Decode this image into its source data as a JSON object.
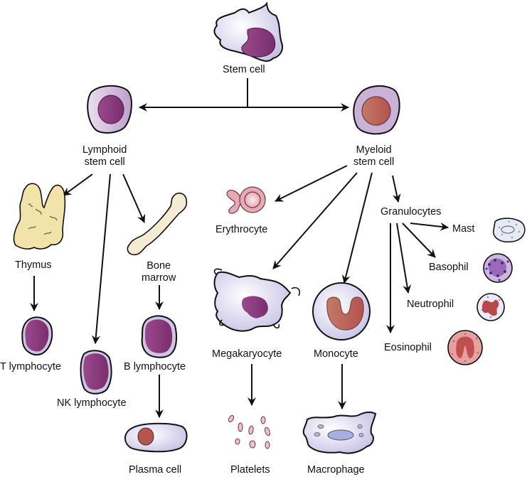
{
  "title": "Hematopoiesis: blood cell lineage from stem cell",
  "colors": {
    "outline": "#111111",
    "cytoplasm_lilac": "#d9d6ee",
    "nucleus_purple": "#8a3a7c",
    "myeloid_nucleus": "#c06a5e",
    "lymphoid_body": "#c9a9cf",
    "thymus_yellow": "#f2e3a8",
    "bone_beige": "#f3ecd2",
    "erythrocyte_pink": "#e7a9b2",
    "eosinophil_pink": "#e6a0a0"
  },
  "nodes": {
    "stem_cell": {
      "label": "Stem cell"
    },
    "lymphoid": {
      "label_line1": "Lymphoid",
      "label_line2": "stem cell"
    },
    "myeloid": {
      "label_line1": "Myeloid",
      "label_line2": "stem cell"
    },
    "thymus": {
      "label": "Thymus"
    },
    "bone_marrow": {
      "label_line1": "Bone",
      "label_line2": "marrow"
    },
    "t_lymphocyte": {
      "label": "T lymphocyte"
    },
    "nk_lymphocyte": {
      "label": "NK lymphocyte"
    },
    "b_lymphocyte": {
      "label": "B lymphocyte"
    },
    "plasma_cell": {
      "label": "Plasma cell"
    },
    "erythrocyte": {
      "label": "Erythrocyte"
    },
    "megakaryocyte": {
      "label": "Megakaryocyte"
    },
    "platelets": {
      "label": "Platelets"
    },
    "monocyte": {
      "label": "Monocyte"
    },
    "macrophage": {
      "label": "Macrophage"
    },
    "granulocytes": {
      "label": "Granulocytes"
    },
    "mast": {
      "label": "Mast"
    },
    "basophil": {
      "label": "Basophil"
    },
    "neutrophil": {
      "label": "Neutrophil"
    },
    "eosinophil": {
      "label": "Eosinophil"
    }
  },
  "edges": [
    {
      "from": "Stem cell",
      "to": "Lymphoid stem cell"
    },
    {
      "from": "Stem cell",
      "to": "Myeloid stem cell"
    },
    {
      "from": "Lymphoid stem cell",
      "to": "Thymus"
    },
    {
      "from": "Lymphoid stem cell",
      "to": "NK lymphocyte"
    },
    {
      "from": "Lymphoid stem cell",
      "to": "Bone marrow"
    },
    {
      "from": "Thymus",
      "to": "T lymphocyte"
    },
    {
      "from": "Bone marrow",
      "to": "B lymphocyte"
    },
    {
      "from": "B lymphocyte",
      "to": "Plasma cell"
    },
    {
      "from": "Myeloid stem cell",
      "to": "Erythrocyte"
    },
    {
      "from": "Myeloid stem cell",
      "to": "Megakaryocyte"
    },
    {
      "from": "Myeloid stem cell",
      "to": "Monocyte"
    },
    {
      "from": "Myeloid stem cell",
      "to": "Granulocytes"
    },
    {
      "from": "Megakaryocyte",
      "to": "Platelets"
    },
    {
      "from": "Monocyte",
      "to": "Macrophage"
    },
    {
      "from": "Granulocytes",
      "to": "Mast"
    },
    {
      "from": "Granulocytes",
      "to": "Basophil"
    },
    {
      "from": "Granulocytes",
      "to": "Neutrophil"
    },
    {
      "from": "Granulocytes",
      "to": "Eosinophil"
    }
  ]
}
